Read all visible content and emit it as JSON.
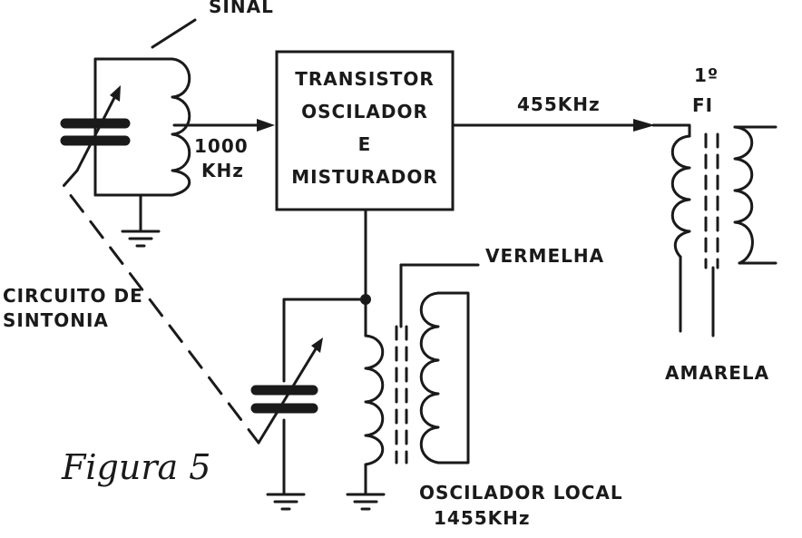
{
  "labels": {
    "sinal": "SINAL",
    "freq_in_1": "1000",
    "freq_in_2": "KHz",
    "block_1": "TRANSISTOR",
    "block_2": "OSCILADOR",
    "block_3": "E",
    "block_4": "MISTURADOR",
    "freq_out": "455KHz",
    "fi_1": "1º",
    "fi_2": "FI",
    "vermelha": "VERMELHA",
    "amarela": "AMARELA",
    "circuito_1": "CIRCUITO DE",
    "circuito_2": "SINTONIA",
    "osc_1": "OSCILADOR LOCAL",
    "osc_2": "1455KHz",
    "figura": "Figura 5"
  },
  "colors": {
    "ink": "#1a1a1a",
    "paper": "#ffffff"
  }
}
